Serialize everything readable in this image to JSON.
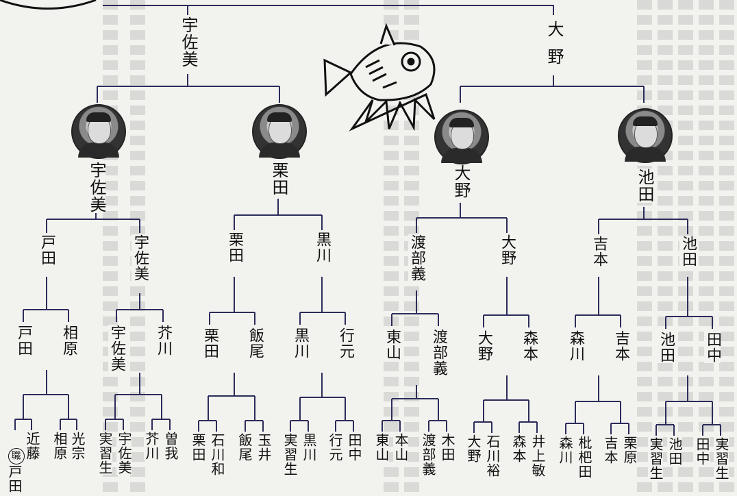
{
  "tree": {
    "l1": [
      {
        "id": "usami-g",
        "name": "宇佐美"
      },
      {
        "id": "ono-g",
        "name": "大野"
      }
    ],
    "l2": [
      {
        "id": "usami",
        "name": "宇佐美",
        "photo": true
      },
      {
        "id": "kurita",
        "name": "栗田",
        "photo": true
      },
      {
        "id": "ono",
        "name": "大野",
        "photo": true
      },
      {
        "id": "ikeda",
        "name": "池田",
        "photo": true
      }
    ],
    "l3": [
      {
        "id": "toda",
        "name": "戸田"
      },
      {
        "id": "usami3",
        "name": "宇佐美"
      },
      {
        "id": "kurita3",
        "name": "栗田"
      },
      {
        "id": "kurokawa",
        "name": "黒川"
      },
      {
        "id": "watanabe",
        "name": "渡部義"
      },
      {
        "id": "ono3",
        "name": "大野"
      },
      {
        "id": "yoshimoto",
        "name": "吉本"
      },
      {
        "id": "ikeda3",
        "name": "池田"
      }
    ],
    "l4": [
      {
        "name": "戸田"
      },
      {
        "name": "相原"
      },
      {
        "name": "宇佐美"
      },
      {
        "name": "芥川"
      },
      {
        "name": "栗田"
      },
      {
        "name": "飯尾"
      },
      {
        "name": "黒川"
      },
      {
        "name": "行元"
      },
      {
        "name": "東山"
      },
      {
        "name": "渡部義"
      },
      {
        "name": "大野"
      },
      {
        "name": "森本"
      },
      {
        "name": "森川"
      },
      {
        "name": "吉本"
      },
      {
        "name": "池田"
      },
      {
        "name": "田中"
      }
    ],
    "l5": [
      {
        "name": "戸田"
      },
      {
        "name": "近藤"
      },
      {
        "name": "相原"
      },
      {
        "name": "光宗"
      },
      {
        "name": "実習生"
      },
      {
        "name": "宇佐美"
      },
      {
        "name": "芥川"
      },
      {
        "name": "曽我"
      },
      {
        "name": "栗田"
      },
      {
        "name": "石川和"
      },
      {
        "name": "飯尾"
      },
      {
        "name": "玉井"
      },
      {
        "name": "実習生"
      },
      {
        "name": "黒川"
      },
      {
        "name": "行元"
      },
      {
        "name": "田中"
      },
      {
        "name": "東山"
      },
      {
        "name": "本山"
      },
      {
        "name": "渡部義"
      },
      {
        "name": "木田"
      },
      {
        "name": "大野"
      },
      {
        "name": "石川裕"
      },
      {
        "name": "森本"
      },
      {
        "name": "井上敏"
      },
      {
        "name": "森川"
      },
      {
        "name": "枇杷田"
      },
      {
        "name": "吉本"
      },
      {
        "name": "栗原"
      },
      {
        "name": "実習生"
      },
      {
        "name": "池田"
      },
      {
        "name": "田中"
      },
      {
        "name": "実習生"
      }
    ],
    "badge": "職"
  },
  "colors": {
    "line": "#2c2c5a",
    "text": "#111111",
    "paper": "#f2f2ef"
  },
  "icons": [
    "fish-icon",
    "portrait-photo"
  ]
}
